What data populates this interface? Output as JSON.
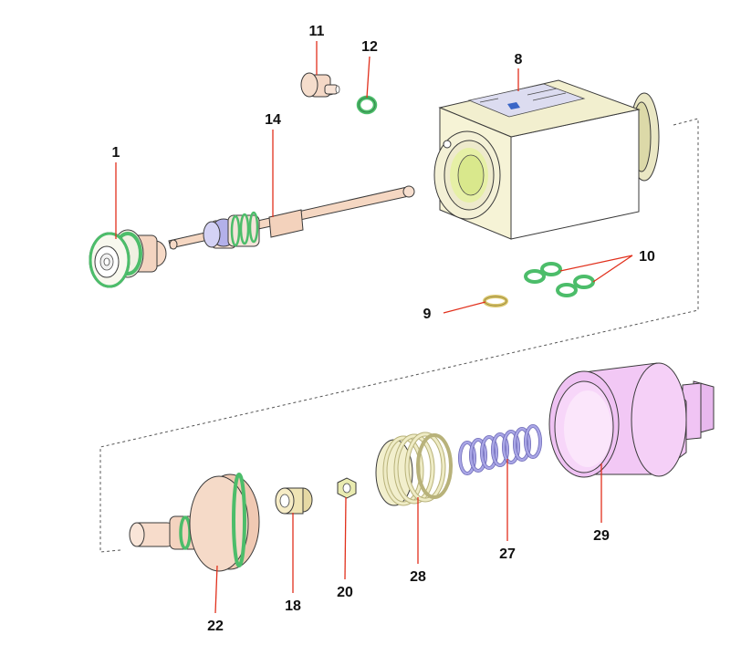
{
  "diagram": {
    "type": "exploded-parts-diagram",
    "callouts": {
      "p1": "1",
      "p8": "8",
      "p9": "9",
      "p10": "10",
      "p11": "11",
      "p12": "12",
      "p14": "14",
      "p18": "18",
      "p20": "20",
      "p22": "22",
      "p27": "27",
      "p28": "28",
      "p29": "29"
    },
    "colors": {
      "green_ring": "#4cbd6a",
      "housing": "#f2efcf",
      "spring_blue": "#a9a6e6",
      "spring_cream": "#efecc6",
      "cap_pink": "#edbef2",
      "leader": "#e1301c",
      "brass": "#e9dfa0",
      "salmon": "#f4d6c3"
    }
  }
}
